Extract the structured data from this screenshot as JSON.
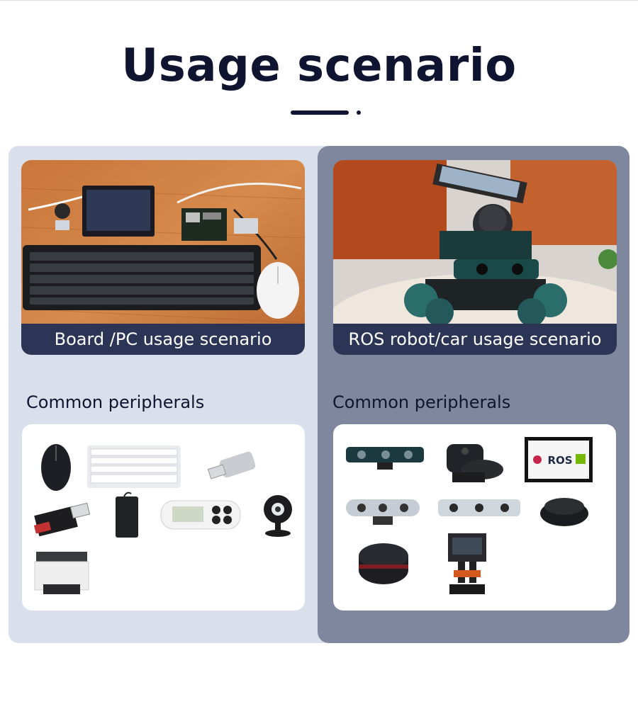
{
  "page": {
    "title": "Usage scenario"
  },
  "left": {
    "caption": "Board /PC usage scenario",
    "subheading": "Common peripherals",
    "peripheral_icons": [
      "mouse-icon",
      "keyboard-icon",
      "usb-flash-drive-icon",
      "card-reader-icon",
      "hard-drive-icon",
      "bluetooth-remote-icon",
      "webcam-icon",
      "printer-icon"
    ]
  },
  "right": {
    "caption": "ROS robot/car usage scenario",
    "subheading": "Common peripherals",
    "screen_label": "ROS",
    "peripheral_icons": [
      "depth-camera-icon",
      "lidar-icon",
      "display-screen-icon",
      "stereo-camera-icon",
      "realsense-camera-icon",
      "puck-lidar-icon",
      "round-lidar-icon",
      "robotic-arm-icon"
    ]
  }
}
